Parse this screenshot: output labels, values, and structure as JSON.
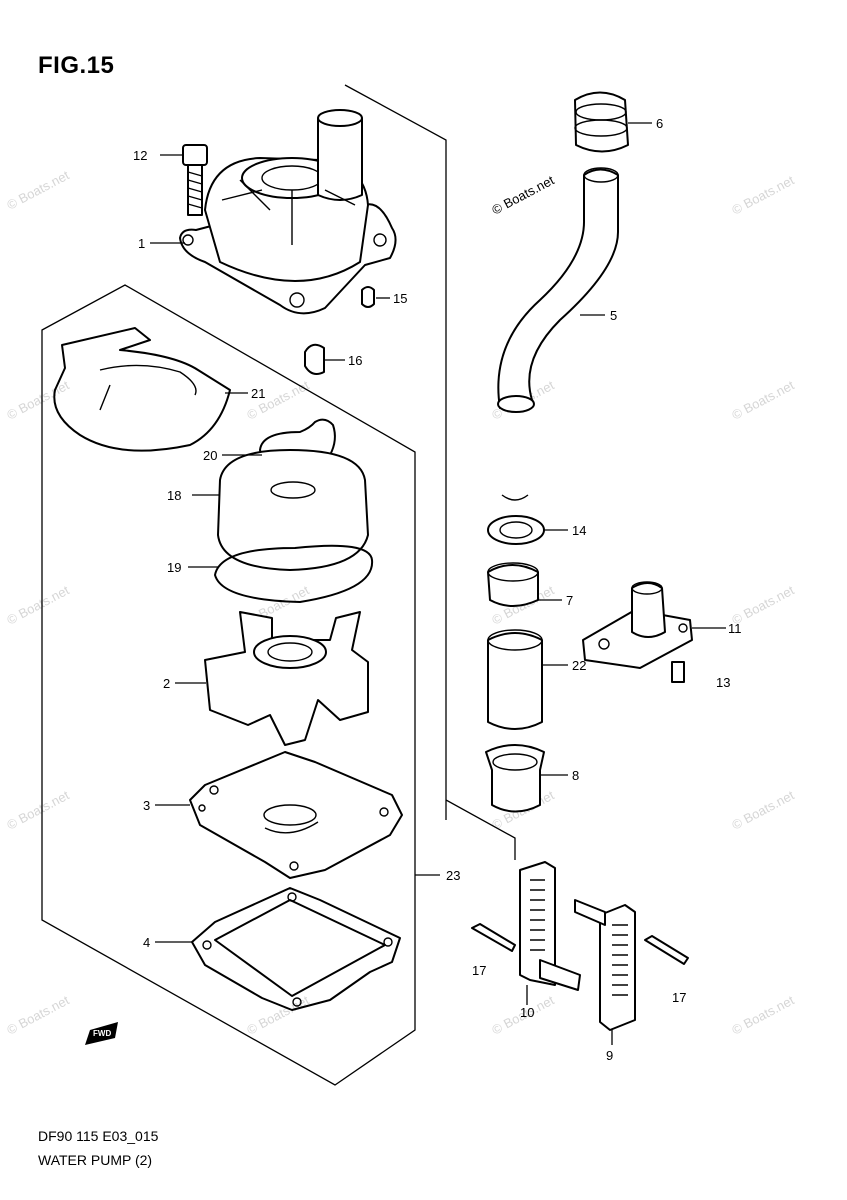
{
  "figure": {
    "title": "FIG.15",
    "code": "DF90 115 E03_015",
    "subtitle": "WATER PUMP (2)"
  },
  "watermark": {
    "text": "© Boats.net"
  },
  "fwd_mark": "FWD",
  "callouts": [
    {
      "id": "c1",
      "label": "1"
    },
    {
      "id": "c2",
      "label": "2"
    },
    {
      "id": "c3",
      "label": "3"
    },
    {
      "id": "c4",
      "label": "4"
    },
    {
      "id": "c5",
      "label": "5"
    },
    {
      "id": "c6",
      "label": "6"
    },
    {
      "id": "c7",
      "label": "7"
    },
    {
      "id": "c8",
      "label": "8"
    },
    {
      "id": "c9",
      "label": "9"
    },
    {
      "id": "c10",
      "label": "10"
    },
    {
      "id": "c11",
      "label": "11"
    },
    {
      "id": "c12",
      "label": "12"
    },
    {
      "id": "c13",
      "label": "13"
    },
    {
      "id": "c14",
      "label": "14"
    },
    {
      "id": "c15",
      "label": "15"
    },
    {
      "id": "c16",
      "label": "16"
    },
    {
      "id": "c17a",
      "label": "17"
    },
    {
      "id": "c17b",
      "label": "17"
    },
    {
      "id": "c18",
      "label": "18"
    },
    {
      "id": "c19",
      "label": "19"
    },
    {
      "id": "c20",
      "label": "20"
    },
    {
      "id": "c21",
      "label": "21"
    },
    {
      "id": "c22",
      "label": "22"
    },
    {
      "id": "c23",
      "label": "23"
    }
  ]
}
